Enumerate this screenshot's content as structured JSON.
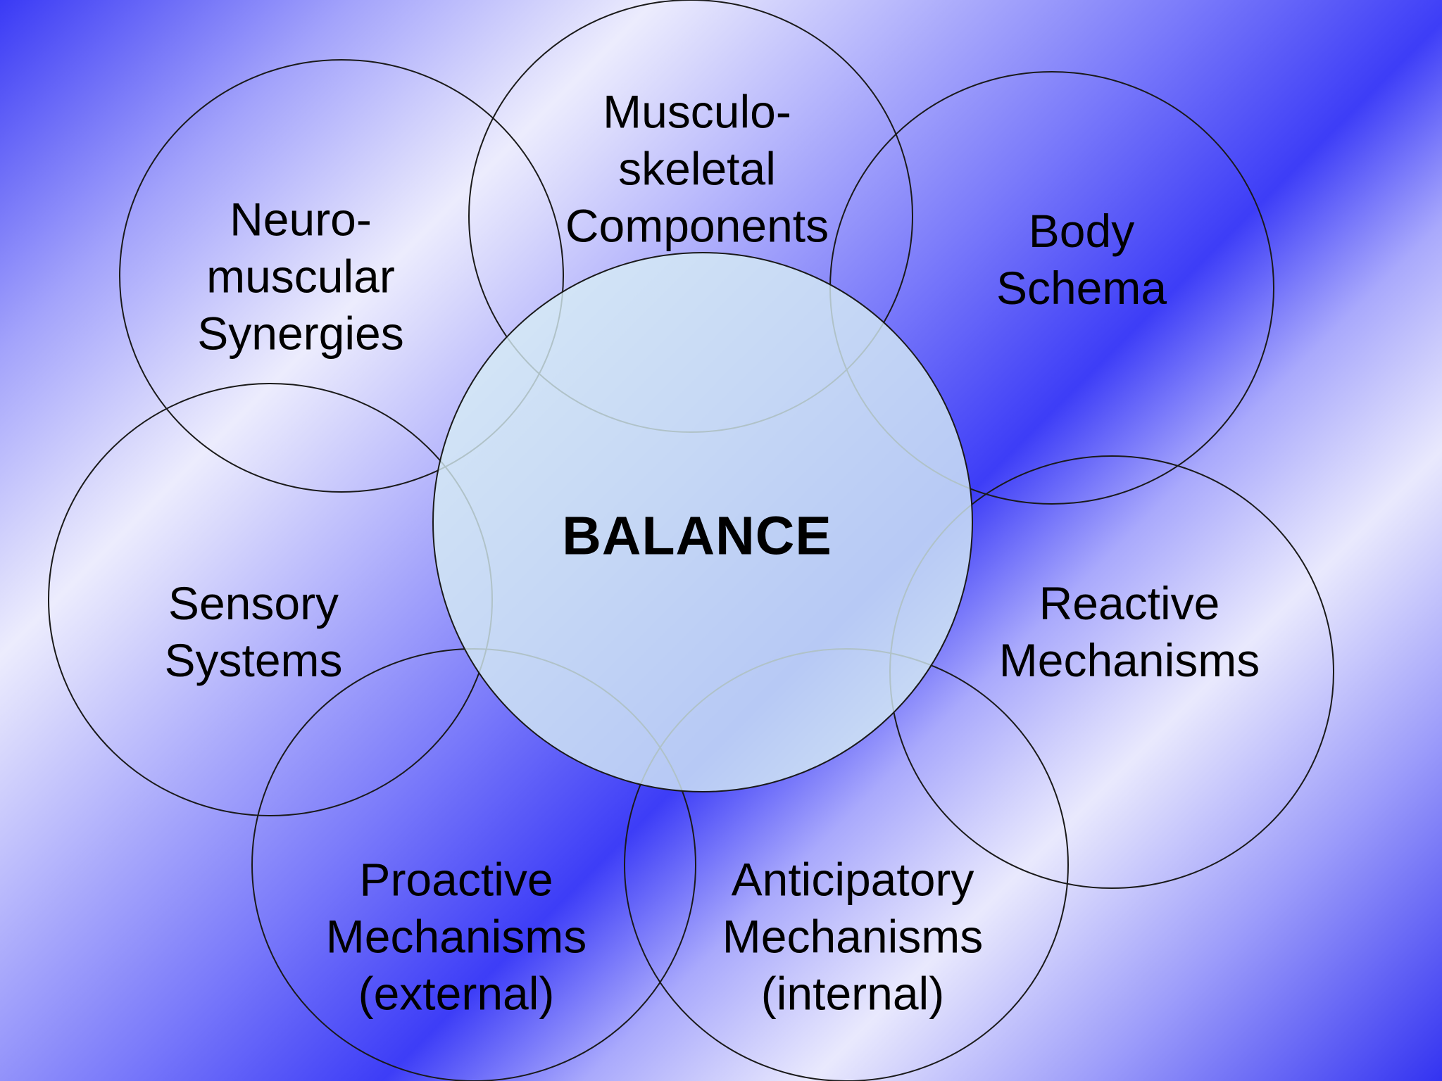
{
  "center": {
    "label": "BALANCE"
  },
  "components": [
    {
      "id": "neuromuscular",
      "lines": [
        "Neuro-",
        "muscular",
        "Synergies"
      ]
    },
    {
      "id": "musculoskeletal",
      "lines": [
        "Musculo-",
        "skeletal",
        "Components"
      ]
    },
    {
      "id": "body-schema",
      "lines": [
        "Body",
        "Schema"
      ]
    },
    {
      "id": "sensory",
      "lines": [
        "Sensory",
        "Systems"
      ]
    },
    {
      "id": "reactive",
      "lines": [
        "Reactive",
        "Mechanisms"
      ]
    },
    {
      "id": "proactive",
      "lines": [
        "Proactive",
        "Mechanisms",
        "(external)"
      ]
    },
    {
      "id": "anticipatory",
      "lines": [
        "Anticipatory",
        "Mechanisms",
        "(internal)"
      ]
    }
  ]
}
